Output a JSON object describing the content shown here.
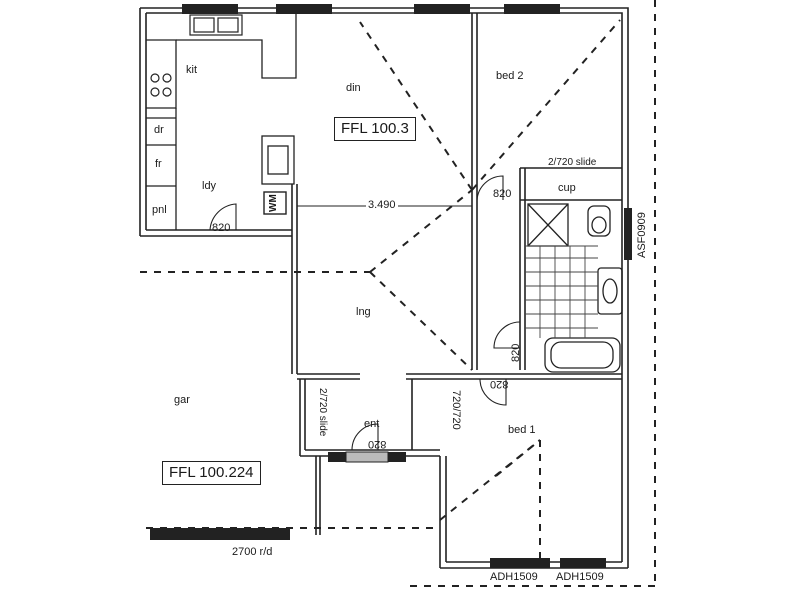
{
  "rooms": {
    "kitchen": "kit",
    "dining": "din",
    "bed2": "bed 2",
    "laundry": "ldy",
    "dryer": "dr",
    "fridge": "fr",
    "pantry": "pnl",
    "lounge": "lng",
    "garage": "gar",
    "entry": "ent",
    "bed1": "bed 1",
    "cupboard": "cup"
  },
  "levels": {
    "main_ffl": "FFL 100.3",
    "garage_ffl": "FFL 100.224"
  },
  "dimensions": {
    "internal_width": "3.490",
    "garage_door": "2700 r/d"
  },
  "doors": {
    "laundry_door": "820",
    "bed2_door": "820",
    "bath_door": "820",
    "bed1_door": "820",
    "entry_door": "820",
    "cupboard_slide": "2/720 slide",
    "entry_slide": "2/720 slide",
    "bed1_pair": "720/720"
  },
  "windows": {
    "side_window": "ASF0909",
    "bottom_window_left": "ADH1509",
    "bottom_window_right": "ADH1509"
  },
  "appliances": {
    "washing_machine": "WM"
  }
}
